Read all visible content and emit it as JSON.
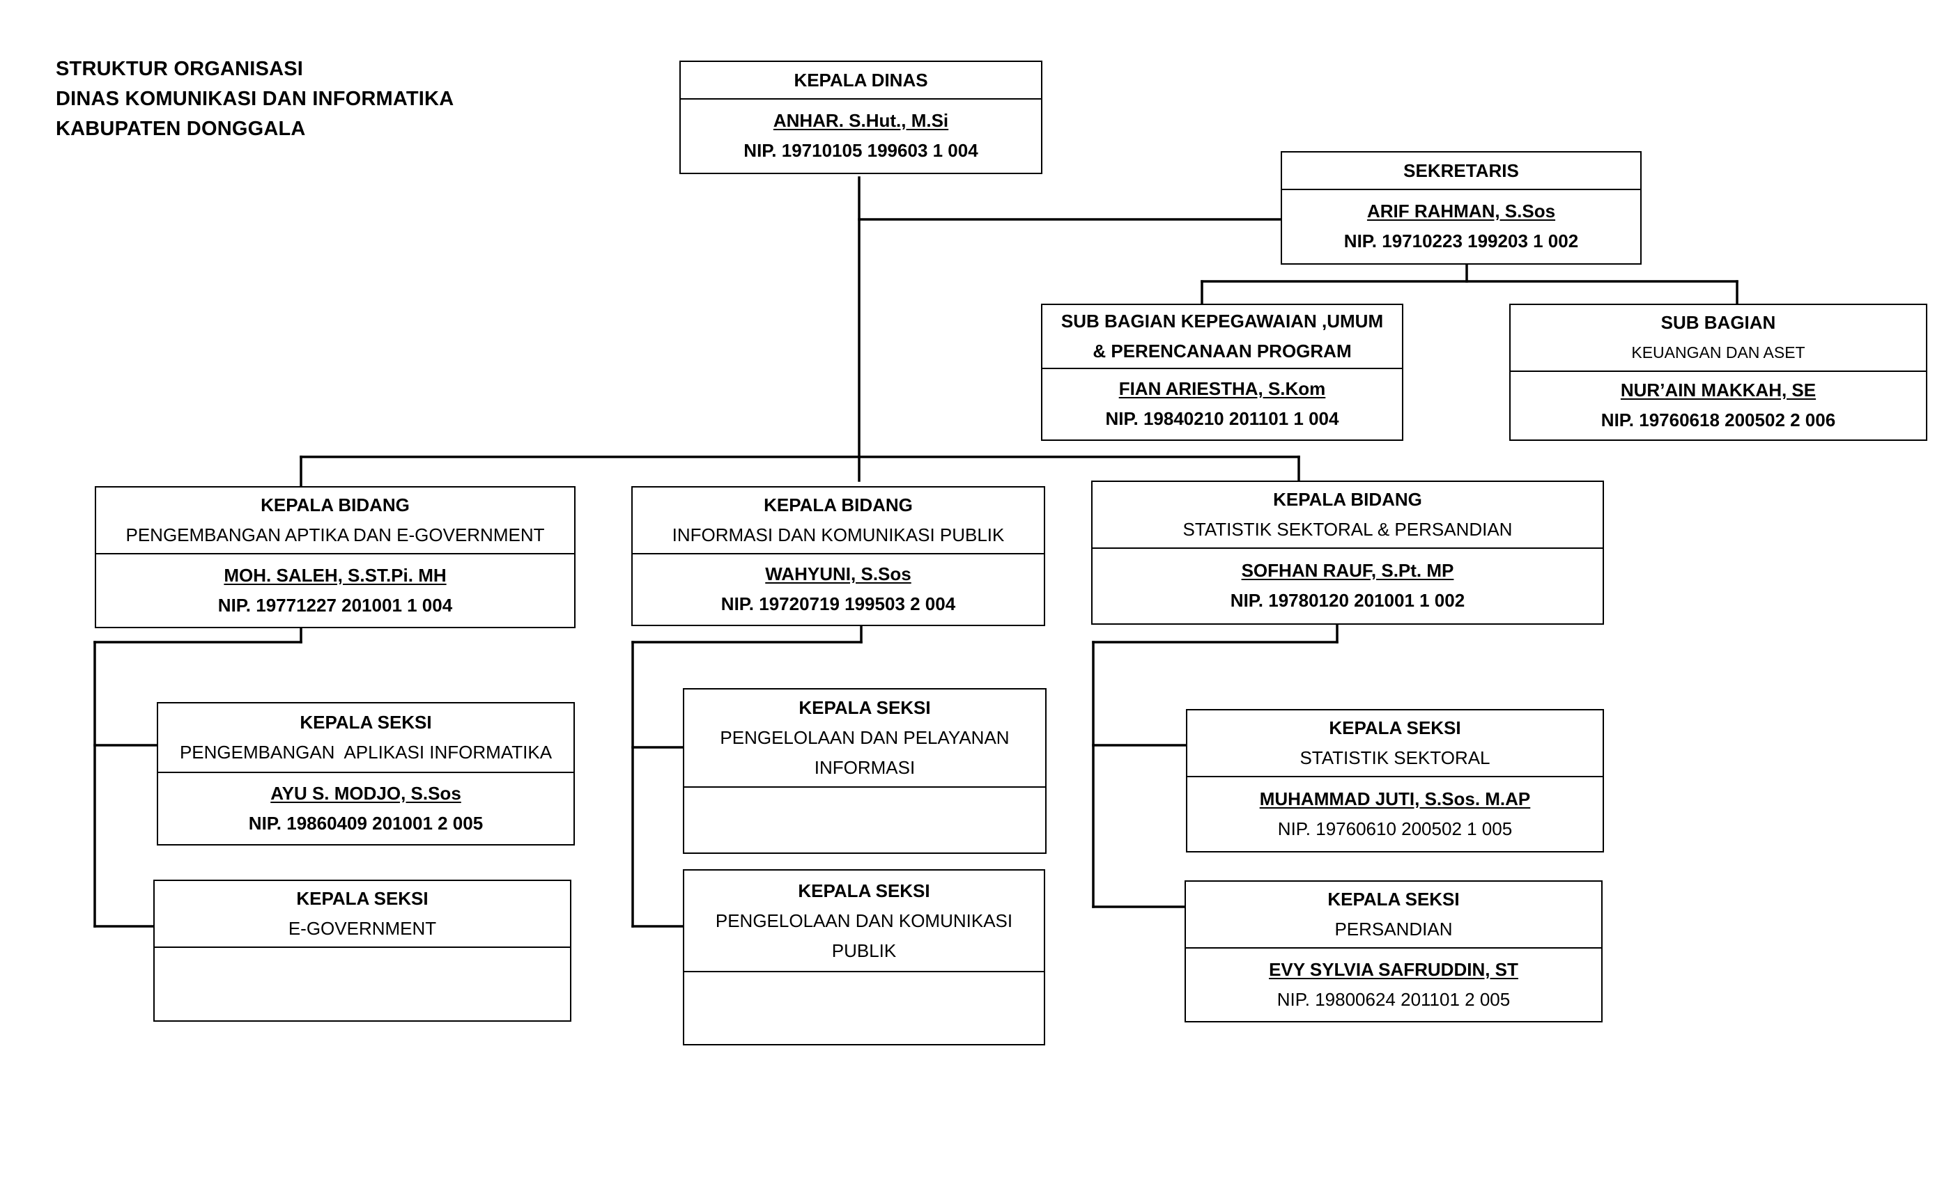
{
  "title": [
    "STRUKTUR ORGANISASI",
    "DINAS KOMUNIKASI DAN INFORMATIKA",
    "KABUPATEN DONGGALA"
  ],
  "kepala_dinas": {
    "role": "KEPALA DINAS",
    "name": "ANHAR. S.Hut., M.Si",
    "nip": "NIP. 19710105 199603 1 004"
  },
  "sekretaris": {
    "role": "SEKRETARIS",
    "name": "ARIF RAHMAN, S.Sos",
    "nip": "NIP. 19710223 199203 1 002"
  },
  "subbag_kepegawaian": {
    "role_line1": "SUB BAGIAN KEPEGAWAIAN ,UMUM",
    "role_line2": "& PERENCANAAN PROGRAM",
    "name": "FIAN ARIESTHA, S.Kom",
    "nip": "NIP. 19840210 201101 1 004"
  },
  "subbag_keuangan": {
    "role": "SUB BAGIAN",
    "unit": "KEUANGAN DAN ASET",
    "name": "NUR’AIN MAKKAH, SE",
    "nip": "NIP. 19760618 200502 2 006"
  },
  "bidang_aptika": {
    "role": "KEPALA BIDANG",
    "unit": "PENGEMBANGAN APTIKA DAN E-GOVERNMENT",
    "name": "MOH. SALEH, S.ST.Pi. MH",
    "nip": "NIP. 19771227 201001 1 004",
    "seksi": [
      {
        "role": "KEPALA SEKSI",
        "unit": "PENGEMBANGAN  APLIKASI INFORMATIKA",
        "name": "AYU S. MODJO, S.Sos",
        "nip": "NIP. 19860409 201001 2 005"
      },
      {
        "role": "KEPALA SEKSI",
        "unit": "E-GOVERNMENT"
      }
    ]
  },
  "bidang_ikp": {
    "role": "KEPALA BIDANG",
    "unit": "INFORMASI DAN KOMUNIKASI PUBLIK",
    "name": "WAHYUNI, S.Sos",
    "nip": "NIP. 19720719 199503 2 004",
    "seksi": [
      {
        "role": "KEPALA SEKSI",
        "unit_line1": "PENGELOLAAN DAN PELAYANAN",
        "unit_line2": "INFORMASI"
      },
      {
        "role": "KEPALA SEKSI",
        "unit_line1": "PENGELOLAAN DAN KOMUNIKASI",
        "unit_line2": "PUBLIK"
      }
    ]
  },
  "bidang_statistik": {
    "role": "KEPALA BIDANG",
    "unit": "STATISTIK SEKTORAL & PERSANDIAN",
    "name": "SOFHAN RAUF, S.Pt. MP",
    "nip": "NIP. 19780120 201001 1 002",
    "seksi": [
      {
        "role": "KEPALA SEKSI",
        "unit": "STATISTIK SEKTORAL",
        "name": "MUHAMMAD JUTI, S.Sos. M.AP",
        "nip": "NIP. 19760610 200502 1 005"
      },
      {
        "role": "KEPALA SEKSI",
        "unit": "PERSANDIAN",
        "name": "EVY SYLVIA SAFRUDDIN, ST",
        "nip": "NIP. 19800624 201101 2 005"
      }
    ]
  }
}
